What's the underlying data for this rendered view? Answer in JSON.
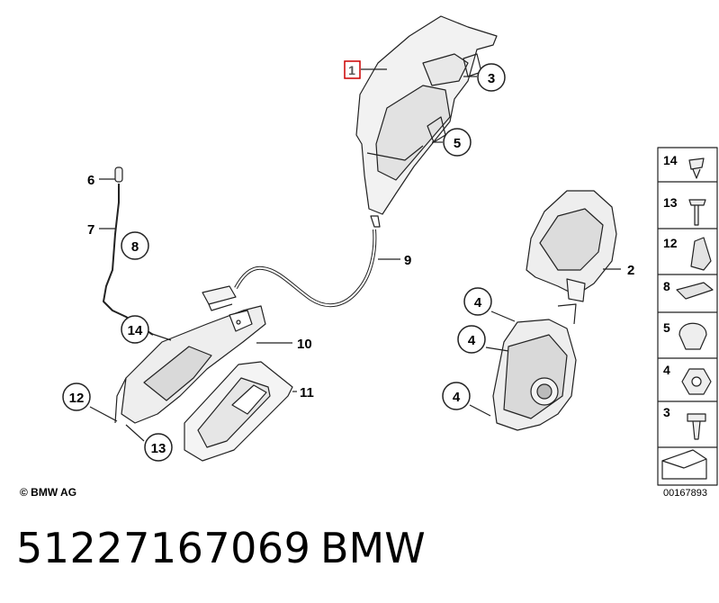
{
  "callouts": [
    {
      "id": "callout-1",
      "label": "1",
      "highlighted": true
    },
    {
      "id": "callout-2",
      "label": "2"
    },
    {
      "id": "callout-3",
      "label": "3"
    },
    {
      "id": "callout-4a",
      "label": "4"
    },
    {
      "id": "callout-4b",
      "label": "4"
    },
    {
      "id": "callout-4c",
      "label": "4"
    },
    {
      "id": "callout-5",
      "label": "5"
    },
    {
      "id": "callout-6",
      "label": "6"
    },
    {
      "id": "callout-7",
      "label": "7"
    },
    {
      "id": "callout-8",
      "label": "8"
    },
    {
      "id": "callout-9",
      "label": "9"
    },
    {
      "id": "callout-10",
      "label": "10"
    },
    {
      "id": "callout-11",
      "label": "11"
    },
    {
      "id": "callout-12",
      "label": "12"
    },
    {
      "id": "callout-13",
      "label": "13"
    },
    {
      "id": "callout-14",
      "label": "14"
    }
  ],
  "legend": {
    "items": [
      {
        "label": "14",
        "part": "clip"
      },
      {
        "label": "13",
        "part": "screw"
      },
      {
        "label": "12",
        "part": "expanding-nut"
      },
      {
        "label": "8",
        "part": "pad"
      },
      {
        "label": "5",
        "part": "rubber-buffer"
      },
      {
        "label": "4",
        "part": "hex-nut"
      },
      {
        "label": "3",
        "part": "flange-screw"
      }
    ]
  },
  "footer": {
    "copyright": "© BMW AG",
    "diagram_code": "00167893",
    "part_number": "51227167069",
    "brand": "BMW"
  },
  "colors": {
    "line": "#222222",
    "part_fill": "#f2f2f2",
    "part_shade": "#d9d9d9",
    "highlight": "#cc0000"
  }
}
